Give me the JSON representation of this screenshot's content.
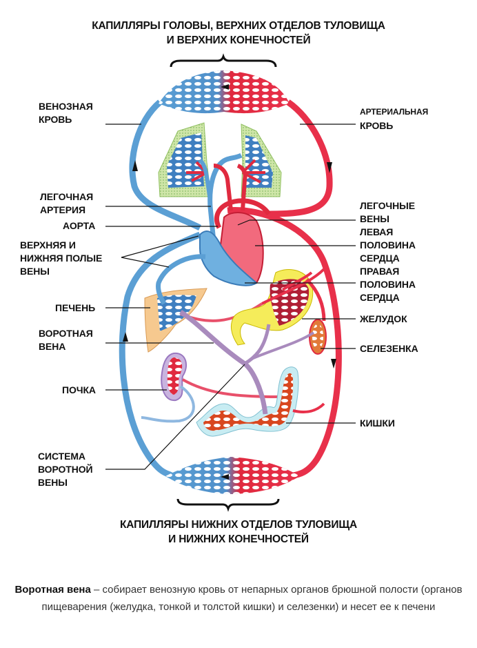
{
  "title_top": {
    "line1": "КАПИЛЛЯРЫ ГОЛОВЫ, ВЕРХНИХ ОТДЕЛОВ ТУЛОВИЩА",
    "line2": "И ВЕРХНИХ КОНЕЧНОСТЕЙ"
  },
  "title_bottom": {
    "line1": "КАПИЛЛЯРЫ НИЖНИХ ОТДЕЛОВ ТУЛОВИЩА",
    "line2": "И НИЖНИХ КОНЕЧНОСТЕЙ"
  },
  "labels_left": {
    "venous_blood": [
      "ВЕНОЗНАЯ",
      "КРОВЬ"
    ],
    "pulmonary_artery": [
      "ЛЕГОЧНАЯ",
      "АРТЕРИЯ"
    ],
    "aorta": "АОРТА",
    "vena_cava": [
      "ВЕРХНЯЯ И",
      "НИЖНЯЯ ПОЛЫЕ",
      "ВЕНЫ"
    ],
    "liver": "ПЕЧЕНЬ",
    "portal_vein": [
      "ВОРОТНАЯ",
      "ВЕНА"
    ],
    "kidney": "ПОЧКА",
    "portal_system": [
      "СИСТЕМА",
      "ВОРОТНОЙ",
      "ВЕНЫ"
    ]
  },
  "labels_right": {
    "arterial_blood": [
      "АРТЕРИАЛЬНАЯ",
      "КРОВЬ"
    ],
    "pulmonary_veins": [
      "ЛЕГОЧНЫЕ",
      "ВЕНЫ"
    ],
    "left_heart": [
      "ЛЕВАЯ",
      "ПОЛОВИНА",
      "СЕРДЦА"
    ],
    "right_heart": [
      "ПРАВАЯ",
      "ПОЛОВИНА",
      "СЕРДЦА"
    ],
    "stomach": "ЖЕЛУДОК",
    "spleen": "СЕЛЕЗЕНКА",
    "intestines": "КИШКИ"
  },
  "caption": {
    "term": "Воротная вена",
    "text": " – собирает венозную кровь от непарных органов брюшной полости (органов пищеварения (желудка, тонкой и толстой кишки) и селезенки) и несет ее к печени"
  },
  "colors": {
    "venous": "#5b9fd4",
    "arterial": "#e8304a",
    "portal": "#a98bbd",
    "lung": "#cfe6a8",
    "liver": "#f6c98f",
    "stomach": "#f5ec5a",
    "intestine": "#c8ecf2",
    "kidney": "#c9b4df"
  }
}
